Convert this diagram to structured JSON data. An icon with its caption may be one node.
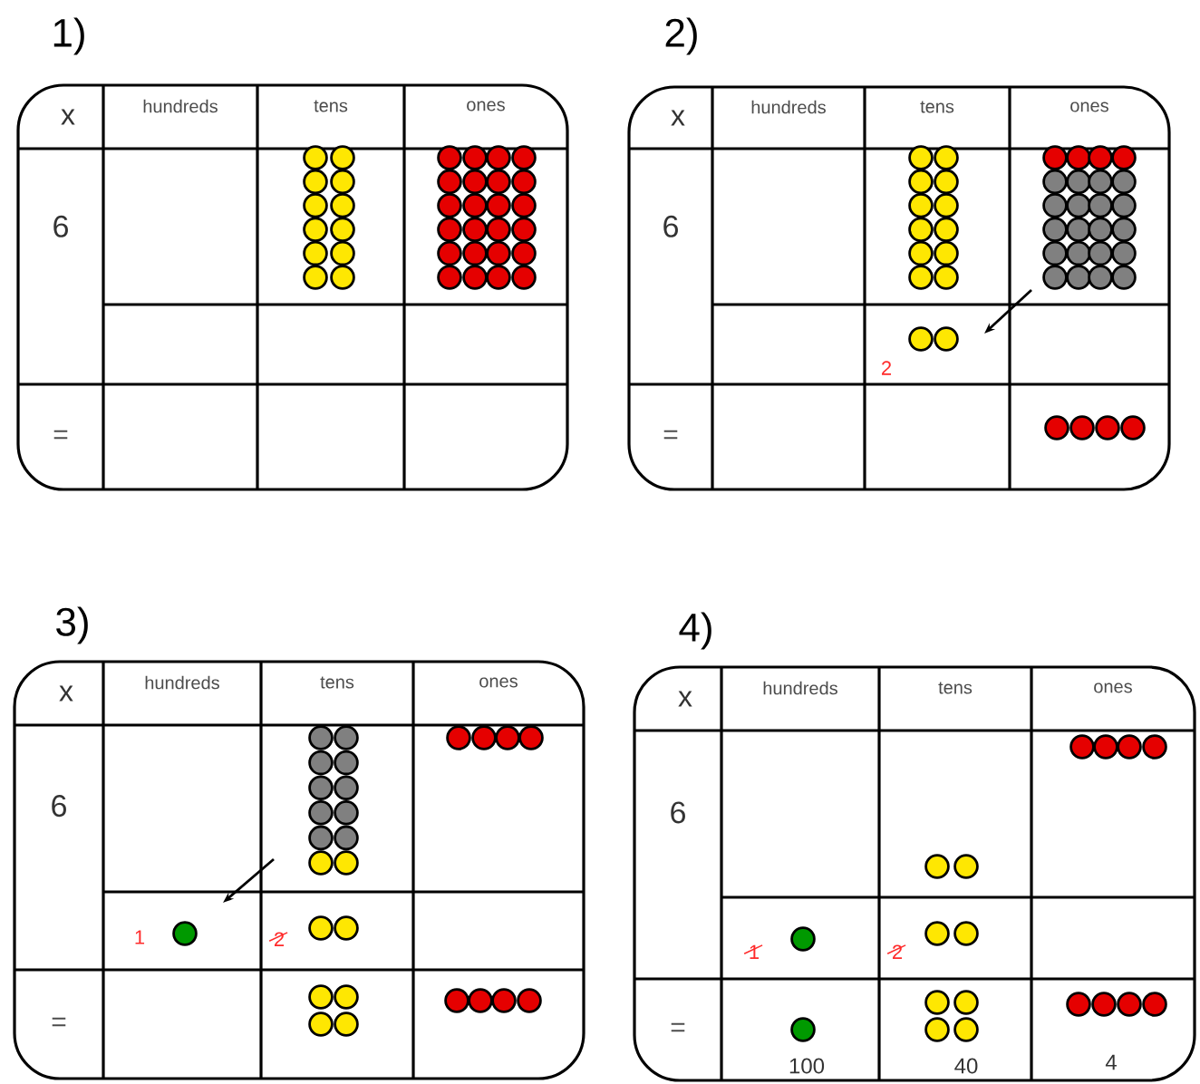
{
  "diagram": {
    "nodes": [
      {
        "text": [
          "1)",
          "x",
          "hundreds",
          "tens",
          "ones",
          "6",
          "="
        ]
      },
      {
        "text": [
          "2)",
          "x",
          "hundreds",
          "tens",
          "ones",
          "6",
          "=",
          "2"
        ]
      },
      {
        "text": [
          "3)",
          "x",
          "hundreds",
          "tens",
          "ones",
          "6",
          "=",
          "1",
          "2"
        ]
      },
      {
        "text": [
          "4)",
          "x",
          "hundreds",
          "tens",
          "ones",
          "6",
          "=",
          "1",
          "2",
          "100",
          "40",
          "4"
        ]
      }
    ]
  }
}
